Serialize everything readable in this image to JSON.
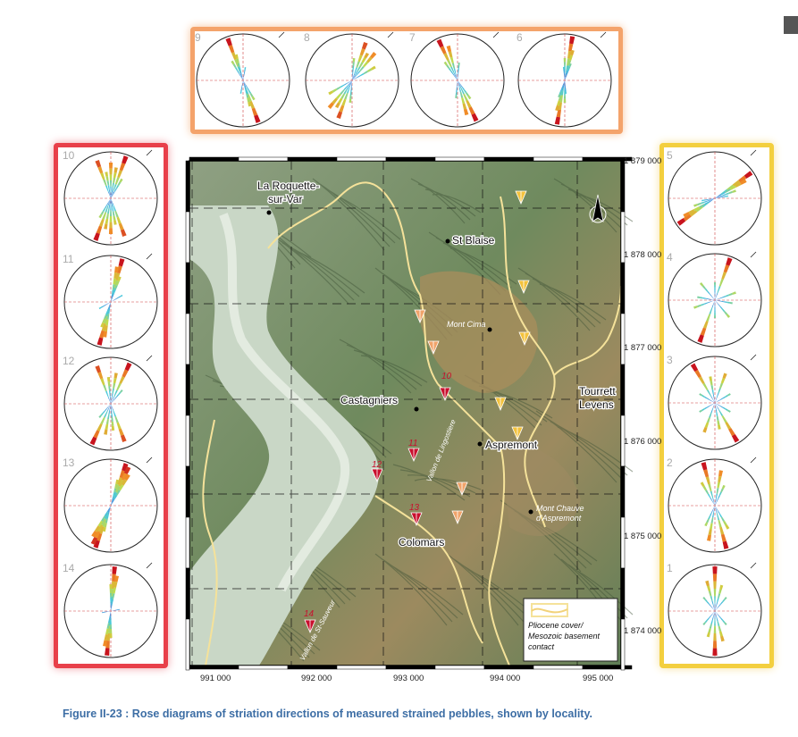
{
  "caption": "Figure II-23 : Rose diagrams of striation directions of measured strained pebbles, shown by locality.",
  "map": {
    "places": [
      {
        "name": "La Roquette-\nsur-Var",
        "lines": [
          "La Roquette-",
          "sur-Var"
        ]
      },
      {
        "name": "St Blaise"
      },
      {
        "name": "Mont Cima"
      },
      {
        "name": "Castagniers"
      },
      {
        "name": "Tourrette-\nLevens",
        "lines": [
          "Tourrett",
          "Levens"
        ]
      },
      {
        "name": "Aspremont"
      },
      {
        "name": "Mont Chauve\nd'Aspremont",
        "lines": [
          "Mont Chauve",
          "d'Aspremont"
        ]
      },
      {
        "name": "Colomars"
      },
      {
        "name": "Vallon de Saint-Sauveur",
        "text": "Vallon de St-Sauveur"
      },
      {
        "name": "Vallon de Lingostière",
        "text": "Vallon de Lingostiere"
      }
    ],
    "x_ticks": [
      "991 000",
      "992 000",
      "993 000",
      "994 000",
      "995 000"
    ],
    "y_ticks": [
      "1 879 000",
      "1 878 000",
      "1 877 000",
      "1 876 000",
      "1 875 000",
      "1 874 000"
    ],
    "legend": [
      "Pliocene cover/",
      "Mesozoic basement",
      "contact"
    ],
    "site_labels": [
      "10",
      "11",
      "12",
      "13",
      "14"
    ],
    "colors": {
      "red": "#c8102e",
      "orange": "#f0a36a",
      "yellow": "#f3c23c",
      "contact": "#f5e29a"
    }
  },
  "roses": [
    {
      "id": "9",
      "group": "top",
      "petals": [
        [
          -20,
          1.0
        ],
        [
          160,
          1.0
        ],
        [
          -15,
          0.6
        ],
        [
          165,
          0.6
        ],
        [
          -30,
          0.5
        ],
        [
          150,
          0.5
        ],
        [
          10,
          0.3
        ],
        [
          190,
          0.3
        ]
      ]
    },
    {
      "id": "8",
      "group": "top",
      "petals": [
        [
          20,
          0.9
        ],
        [
          200,
          0.9
        ],
        [
          40,
          0.8
        ],
        [
          220,
          0.8
        ],
        [
          60,
          0.6
        ],
        [
          240,
          0.6
        ],
        [
          5,
          0.5
        ],
        [
          185,
          0.5
        ],
        [
          30,
          0.7
        ],
        [
          210,
          0.7
        ]
      ]
    },
    {
      "id": "7",
      "group": "top",
      "petals": [
        [
          -25,
          1.0
        ],
        [
          155,
          1.0
        ],
        [
          -15,
          0.8
        ],
        [
          165,
          0.8
        ],
        [
          -35,
          0.5
        ],
        [
          145,
          0.5
        ],
        [
          5,
          0.4
        ],
        [
          185,
          0.4
        ]
      ]
    },
    {
      "id": "6",
      "group": "top",
      "petals": [
        [
          10,
          1.0
        ],
        [
          190,
          1.0
        ],
        [
          15,
          0.7
        ],
        [
          195,
          0.7
        ],
        [
          0,
          0.5
        ],
        [
          180,
          0.5
        ],
        [
          20,
          0.4
        ],
        [
          200,
          0.4
        ],
        [
          -5,
          0.3
        ],
        [
          175,
          0.3
        ]
      ]
    },
    {
      "id": "10",
      "group": "left",
      "petals": [
        [
          20,
          1.0
        ],
        [
          200,
          1.0
        ],
        [
          -20,
          0.9
        ],
        [
          160,
          0.9
        ],
        [
          0,
          0.8
        ],
        [
          180,
          0.8
        ],
        [
          10,
          0.7
        ],
        [
          190,
          0.7
        ],
        [
          -10,
          0.6
        ],
        [
          170,
          0.6
        ],
        [
          30,
          0.5
        ],
        [
          210,
          0.5
        ]
      ]
    },
    {
      "id": "11",
      "group": "left",
      "petals": [
        [
          15,
          1.0
        ],
        [
          195,
          1.0
        ],
        [
          10,
          0.8
        ],
        [
          190,
          0.8
        ],
        [
          20,
          0.6
        ],
        [
          200,
          0.6
        ],
        [
          60,
          0.3
        ],
        [
          240,
          0.3
        ]
      ]
    },
    {
      "id": "12",
      "group": "left",
      "petals": [
        [
          25,
          1.0
        ],
        [
          205,
          1.0
        ],
        [
          -20,
          0.9
        ],
        [
          160,
          0.9
        ],
        [
          10,
          0.7
        ],
        [
          190,
          0.7
        ],
        [
          -5,
          0.6
        ],
        [
          175,
          0.6
        ],
        [
          40,
          0.4
        ],
        [
          220,
          0.4
        ]
      ]
    },
    {
      "id": "13",
      "group": "left",
      "petals": [
        [
          20,
          1.0
        ],
        [
          200,
          1.0
        ],
        [
          25,
          0.95
        ],
        [
          205,
          0.95
        ],
        [
          30,
          0.8
        ],
        [
          210,
          0.8
        ],
        [
          15,
          0.6
        ],
        [
          195,
          0.6
        ]
      ]
    },
    {
      "id": "14",
      "group": "left",
      "petals": [
        [
          5,
          1.0
        ],
        [
          185,
          1.0
        ],
        [
          10,
          0.8
        ],
        [
          190,
          0.8
        ],
        [
          0,
          0.6
        ],
        [
          180,
          0.6
        ],
        [
          80,
          0.2
        ],
        [
          260,
          0.2
        ]
      ]
    },
    {
      "id": "5",
      "group": "right",
      "petals": [
        [
          55,
          1.0
        ],
        [
          235,
          1.0
        ],
        [
          60,
          0.8
        ],
        [
          240,
          0.8
        ],
        [
          70,
          0.5
        ],
        [
          250,
          0.5
        ],
        [
          80,
          0.3
        ],
        [
          260,
          0.3
        ]
      ]
    },
    {
      "id": "4",
      "group": "right",
      "petals": [
        [
          20,
          1.0
        ],
        [
          200,
          1.0
        ],
        [
          70,
          0.5
        ],
        [
          250,
          0.5
        ],
        [
          -40,
          0.5
        ],
        [
          140,
          0.5
        ],
        [
          0,
          0.4
        ],
        [
          180,
          0.4
        ],
        [
          100,
          0.4
        ],
        [
          280,
          0.4
        ]
      ]
    },
    {
      "id": "3",
      "group": "right",
      "petals": [
        [
          -30,
          1.0
        ],
        [
          150,
          1.0
        ],
        [
          20,
          0.7
        ],
        [
          200,
          0.7
        ],
        [
          -10,
          0.6
        ],
        [
          170,
          0.6
        ],
        [
          60,
          0.4
        ],
        [
          240,
          0.4
        ],
        [
          -60,
          0.4
        ],
        [
          120,
          0.4
        ]
      ]
    },
    {
      "id": "2",
      "group": "right",
      "petals": [
        [
          -15,
          1.0
        ],
        [
          165,
          1.0
        ],
        [
          10,
          0.8
        ],
        [
          190,
          0.8
        ],
        [
          -30,
          0.6
        ],
        [
          150,
          0.6
        ],
        [
          25,
          0.5
        ],
        [
          205,
          0.5
        ]
      ]
    },
    {
      "id": "1",
      "group": "right",
      "petals": [
        [
          0,
          1.0
        ],
        [
          180,
          1.0
        ],
        [
          -15,
          0.7
        ],
        [
          165,
          0.7
        ],
        [
          15,
          0.6
        ],
        [
          195,
          0.6
        ],
        [
          -40,
          0.4
        ],
        [
          140,
          0.4
        ],
        [
          40,
          0.4
        ],
        [
          220,
          0.4
        ]
      ]
    }
  ]
}
